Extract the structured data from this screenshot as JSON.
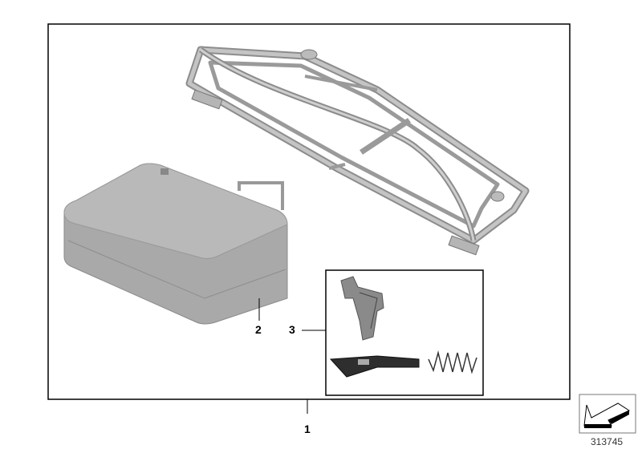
{
  "callouts": [
    {
      "id": "1"
    },
    {
      "id": "2"
    },
    {
      "id": "3"
    }
  ],
  "diagram_number": "313745",
  "icons": {
    "orientation": "arrow-left-down-icon"
  },
  "colors": {
    "part_gray": "#a9a9a9",
    "outline": "#000000"
  }
}
